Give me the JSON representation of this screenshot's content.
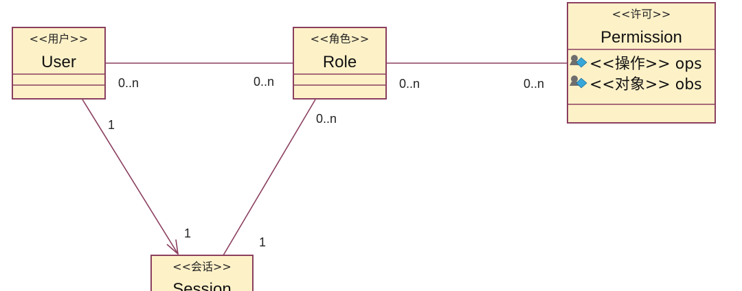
{
  "classes": {
    "user": {
      "stereotype": "<<用户>>",
      "name": "User"
    },
    "role": {
      "stereotype": "<<角色>>",
      "name": "Role"
    },
    "permission": {
      "stereotype": "<<许可>>",
      "name": "Permission",
      "attributes": [
        "<<操作>> ops",
        "<<对象>> obs"
      ],
      "attribute_icon": "attribute-icon"
    },
    "session": {
      "stereotype": "<<会话>>",
      "name": "Session"
    }
  },
  "associations": {
    "user_role": {
      "source": "0..n",
      "target": "0..n"
    },
    "role_permission": {
      "source": "0..n",
      "target": "0..n"
    },
    "user_session": {
      "source": "1",
      "target": "1"
    },
    "role_session": {
      "source": "0..n",
      "target": "1"
    }
  },
  "colors": {
    "box_fill": "#fdf1c8",
    "border": "#8a3e5e"
  }
}
